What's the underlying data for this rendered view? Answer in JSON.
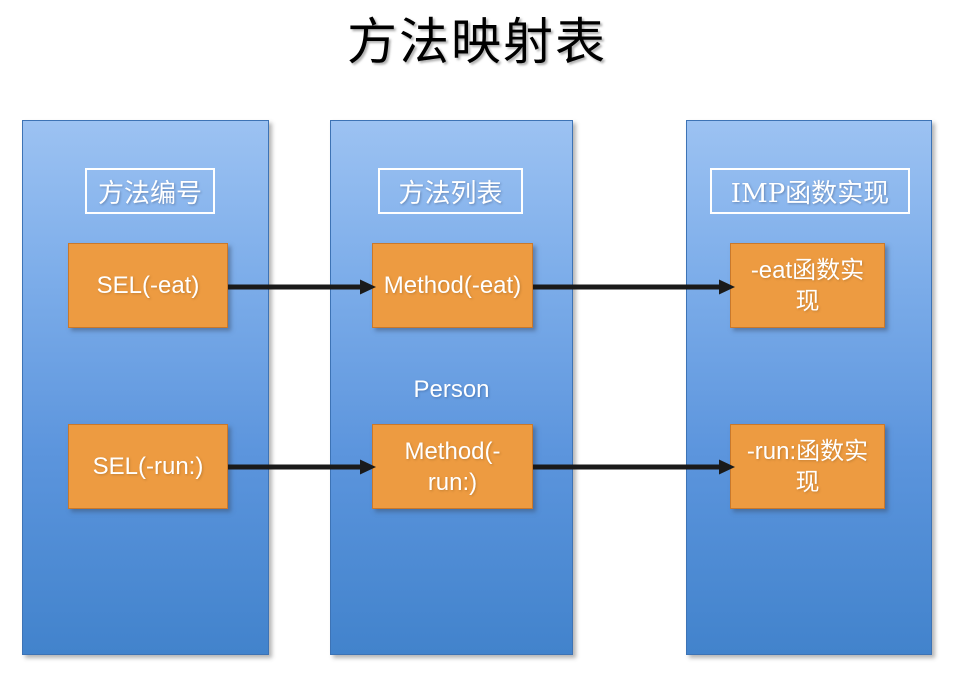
{
  "title": "方法映射表",
  "columns": [
    {
      "key": "method-number",
      "header": "方法编号"
    },
    {
      "key": "method-list",
      "header": "方法列表",
      "sub_label": "Person"
    },
    {
      "key": "imp",
      "header": "IMP函数实现"
    }
  ],
  "rows": [
    {
      "sel": "SEL(-eat)",
      "method": "Method(-eat)",
      "imp": "-eat函数实现"
    },
    {
      "sel": "SEL(-run:)",
      "method": "Method(-run:)",
      "imp": "-run:函数实现"
    }
  ],
  "colors": {
    "column_top": "#9CC2F2",
    "column_bottom": "#4283CC",
    "item_box": "#ED9B41",
    "item_box_border": "#C9782B",
    "arrow": "#1A1A1A",
    "header_border": "#FFFFFF",
    "text_light": "#FFFFFF",
    "title_text": "#000000",
    "background": "#FFFFFF"
  },
  "arrows": [
    {
      "name": "sel-eat-to-method",
      "from": "SEL(-eat)",
      "to": "Method(-eat)"
    },
    {
      "name": "method-eat-to-imp",
      "from": "Method(-eat)",
      "to": "-eat函数实现"
    },
    {
      "name": "sel-run-to-method",
      "from": "SEL(-run:)",
      "to": "Method(-run:)"
    },
    {
      "name": "method-run-to-imp",
      "from": "Method(-run:)",
      "to": "-run:函数实现"
    }
  ]
}
